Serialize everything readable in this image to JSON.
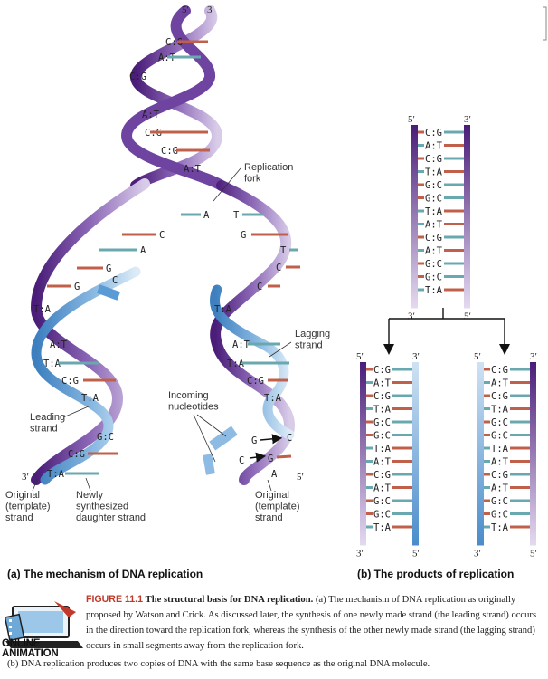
{
  "fork": {
    "top_labels": [
      "5′",
      "3′"
    ],
    "top_pairs": [
      "C:G",
      "A:T",
      "C:G",
      "A:T",
      "C:G",
      "C:G",
      "A:T"
    ],
    "unpaired_left": [
      "A",
      "C",
      "A",
      "G",
      "G",
      "C"
    ],
    "unpaired_right": [
      "T",
      "G",
      "T",
      "C",
      "C"
    ],
    "left_pairs": [
      "T:A",
      "A:T",
      "T:A",
      "C:G",
      "T:A",
      "G:C",
      "C:G",
      "T:A"
    ],
    "right_pairs": [
      "T:A",
      "A:T",
      "T:A",
      "C:G",
      "T:A"
    ],
    "incoming": [
      "G",
      "C",
      "G"
    ],
    "bottom_right": [
      "A",
      "5′"
    ],
    "bottom_left": [
      "3′"
    ],
    "labels": {
      "replication_fork": "Replication\nfork",
      "lagging_strand": "Lagging\nstrand",
      "leading_strand": "Leading\nstrand",
      "incoming_nucleotides": "Incoming\nnucleotides",
      "original_left": "Original\n(template)\nstrand",
      "newly": "Newly\nsynthesized\ndaughter strand",
      "original_right": "Original\n(template)\nstrand"
    },
    "part_title": "(a) The mechanism of DNA replication"
  },
  "products": {
    "top_sequence": [
      "C:G",
      "A:T",
      "C:G",
      "T:A",
      "G:C",
      "G:C",
      "T:A",
      "A:T",
      "C:G",
      "A:T",
      "G:C",
      "G:C",
      "T:A"
    ],
    "ends": {
      "five": "5′",
      "three": "3′"
    },
    "part_title": "(b) The products of replication"
  },
  "caption": {
    "figure": "FIGURE 11.1",
    "title": "The structural basis for DNA replication.",
    "body_a": "(a) The mechanism of DNA replication as originally proposed by Watson and Crick. As discussed later, the synthesis of one newly made strand (the leading strand) occurs in the direction toward the replication fork, whereas the synthesis of the other newly made strand (the lagging strand) occurs in small segments away from the replication fork.",
    "body_b": "(b) DNA replication produces two copies of DNA with the same base sequence as the original DNA molecule.",
    "badge": [
      "ONLINE",
      "ANIMATION"
    ]
  },
  "colors": {
    "purple_dark": "#5b2a86",
    "purple_mid": "#8e6bb5",
    "purple_light": "#d6c8e6",
    "blue_mid": "#5b9bd5",
    "blue_light": "#cfe2f3",
    "rung_red": "#c0604a",
    "rung_teal": "#6aa8b0",
    "caption_red": "#c0392b"
  }
}
